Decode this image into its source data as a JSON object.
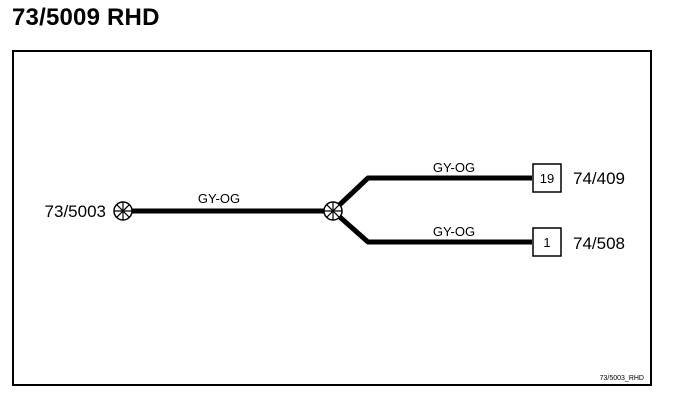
{
  "title": "73/5009 RHD",
  "wire_color": "#000000",
  "source_connector": {
    "label": "73/5003"
  },
  "splice": {
    "kind": "splice"
  },
  "main_wire": {
    "label": "GY-OG"
  },
  "branches": [
    {
      "wire_label": "GY-OG",
      "pin": "19",
      "connector": "74/409"
    },
    {
      "wire_label": "GY-OG",
      "pin": "1",
      "connector": "74/508"
    }
  ],
  "footer_id": "73/5003_RHD"
}
